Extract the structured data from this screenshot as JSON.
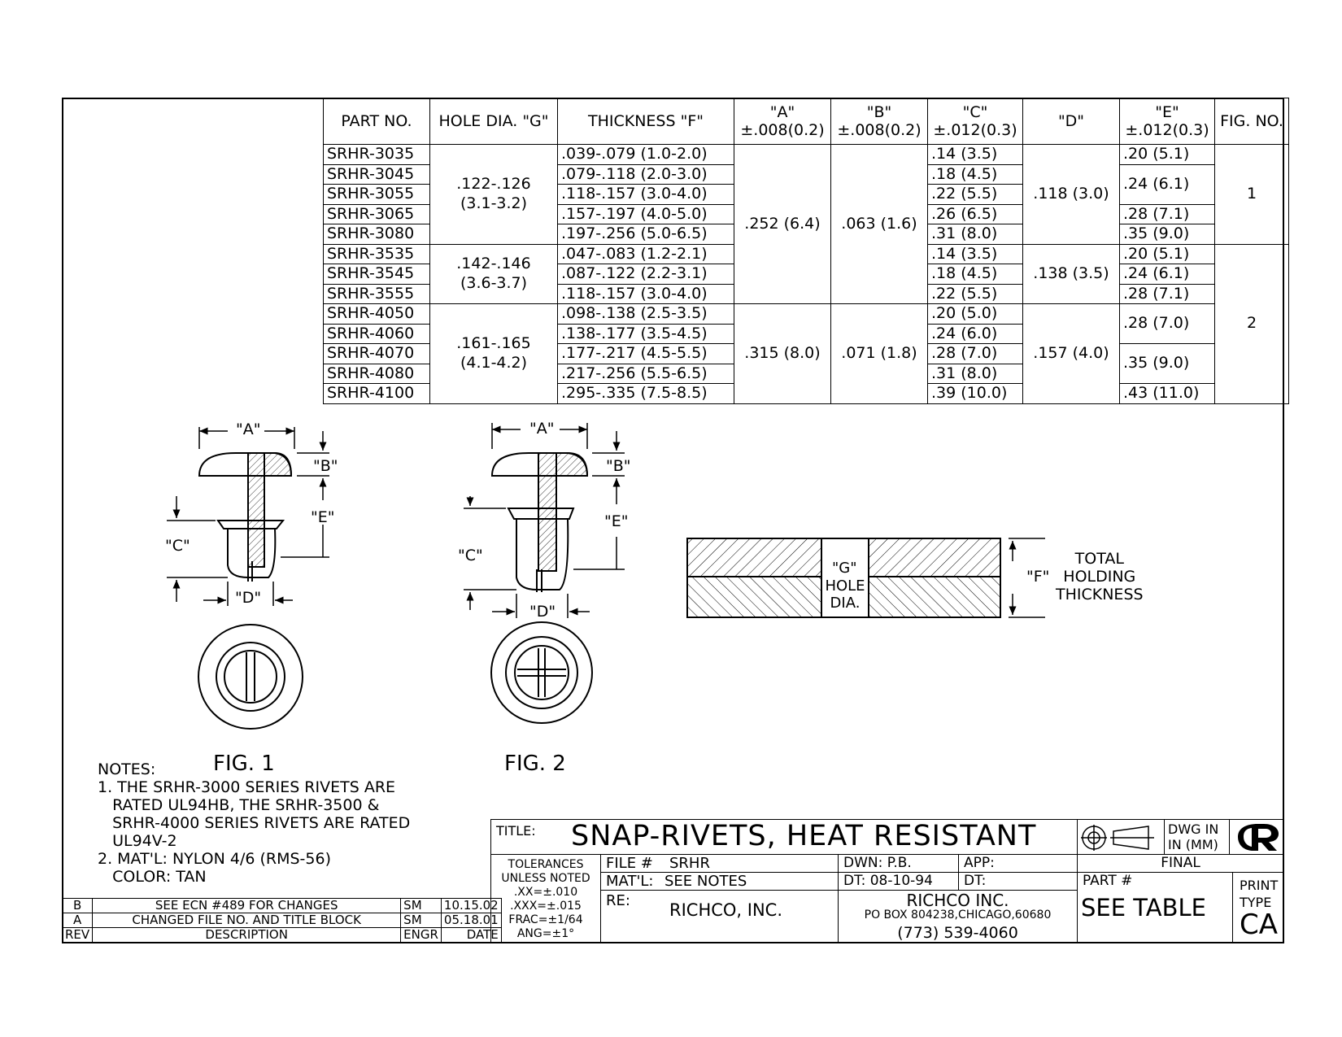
{
  "table": {
    "headers": [
      "PART NO.",
      "HOLE DIA. \"G\"",
      "THICKNESS \"F\"",
      "\"A\"",
      "±.008(0.2)",
      "\"B\"",
      "±.008(0.2)",
      "\"C\"",
      "±.012(0.3)",
      "\"D\"",
      "\"E\"",
      "±.012(0.3)",
      "FIG. NO."
    ],
    "parts": [
      "SRHR-3035",
      "SRHR-3045",
      "SRHR-3055",
      "SRHR-3065",
      "SRHR-3080",
      "SRHR-3535",
      "SRHR-3545",
      "SRHR-3555",
      "SRHR-4050",
      "SRHR-4060",
      "SRHR-4070",
      "SRHR-4080",
      "SRHR-4100"
    ],
    "hole": [
      ".122-.126",
      "(3.1-3.2)",
      ".142-.146",
      "(3.6-3.7)",
      ".161-.165",
      "(4.1-4.2)"
    ],
    "thickness": [
      ".039-.079 (1.0-2.0)",
      ".079-.118 (2.0-3.0)",
      ".118-.157 (3.0-4.0)",
      ".157-.197 (4.0-5.0)",
      ".197-.256 (5.0-6.5)",
      ".047-.083 (1.2-2.1)",
      ".087-.122 (2.2-3.1)",
      ".118-.157 (3.0-4.0)",
      ".098-.138 (2.5-3.5)",
      ".138-.177 (3.5-4.5)",
      ".177-.217 (4.5-5.5)",
      ".217-.256 (5.5-6.5)",
      ".295-.335 (7.5-8.5)"
    ],
    "a": [
      ".252 (6.4)",
      ".315 (8.0)"
    ],
    "b": [
      ".063 (1.6)",
      ".071 (1.8)"
    ],
    "c": [
      ".14 (3.5)",
      ".18 (4.5)",
      ".22 (5.5)",
      ".26 (6.5)",
      ".31 (8.0)",
      ".14 (3.5)",
      ".18 (4.5)",
      ".22 (5.5)",
      ".20 (5.0)",
      ".24 (6.0)",
      ".28 (7.0)",
      ".31 (8.0)",
      ".39 (10.0)"
    ],
    "d": [
      ".118 (3.0)",
      ".138 (3.5)",
      ".157 (4.0)"
    ],
    "e": [
      ".20 (5.1)",
      ".24 (6.1)",
      ".28 (7.1)",
      ".35 (9.0)",
      ".20 (5.1)",
      ".24 (6.1)",
      ".28 (7.1)",
      ".28 (7.0)",
      ".35 (9.0)",
      ".43 (11.0)"
    ],
    "fig": [
      "1",
      "2"
    ]
  },
  "drawing": {
    "dims": [
      "\"A\"",
      "\"B\"",
      "\"E\"",
      "\"C\"",
      "\"D\""
    ],
    "fig1": "FIG. 1",
    "fig2": "FIG. 2",
    "g_label": "\"G\"",
    "hole_label_1": "HOLE",
    "hole_label_2": "DIA.",
    "f_label": "\"F\"",
    "total_1": "TOTAL",
    "total_2": "HOLDING",
    "total_3": "THICKNESS"
  },
  "notes": {
    "heading": "NOTES:",
    "lines": [
      "1. THE SRHR-3000 SERIES RIVETS ARE",
      "   RATED UL94HB, THE SRHR-3500 &",
      "   SRHR-4000 SERIES RIVETS ARE RATED",
      "   UL94V-2",
      "2. MAT'L: NYLON 4/6 (RMS-56)",
      "   COLOR: TAN"
    ]
  },
  "revisions": {
    "rows": [
      {
        "rev": "B",
        "desc": "SEE ECN #489 FOR CHANGES",
        "engr": "SM",
        "date": "10.15.02"
      },
      {
        "rev": "A",
        "desc": "CHANGED FILE NO. AND TITLE BLOCK",
        "engr": "SM",
        "date": "05.18.01"
      }
    ],
    "header": {
      "rev": "REV",
      "desc": "DESCRIPTION",
      "engr": "ENGR",
      "date": "DATE"
    }
  },
  "titleblock": {
    "title_label": "TITLE:",
    "title": "SNAP-RIVETS, HEAT RESISTANT",
    "dwg_in_1": "DWG IN",
    "dwg_in_2": "IN (MM)",
    "tolerances": [
      "TOLERANCES",
      "UNLESS NOTED",
      ".XX=±.010",
      ".XXX=±.015",
      "FRAC=±1/64",
      "ANG=±1°"
    ],
    "file_label": "FILE #",
    "file": "SRHR",
    "matl_label": "MAT'L:",
    "matl": "SEE NOTES",
    "re_label": "RE:",
    "re": "RICHCO, INC.",
    "dwn": "DWN: P.B.",
    "app": "APP:",
    "dt": "DT: 08-10-94",
    "dt2": "DT:",
    "company": "RICHCO INC.",
    "address": "PO BOX 804238,CHICAGO,60680",
    "phone": "(773) 539-4060",
    "final": "FINAL",
    "part_label": "PART #",
    "part": "SEE TABLE",
    "print_1": "PRINT",
    "print_2": "TYPE",
    "print_type": "CA"
  }
}
